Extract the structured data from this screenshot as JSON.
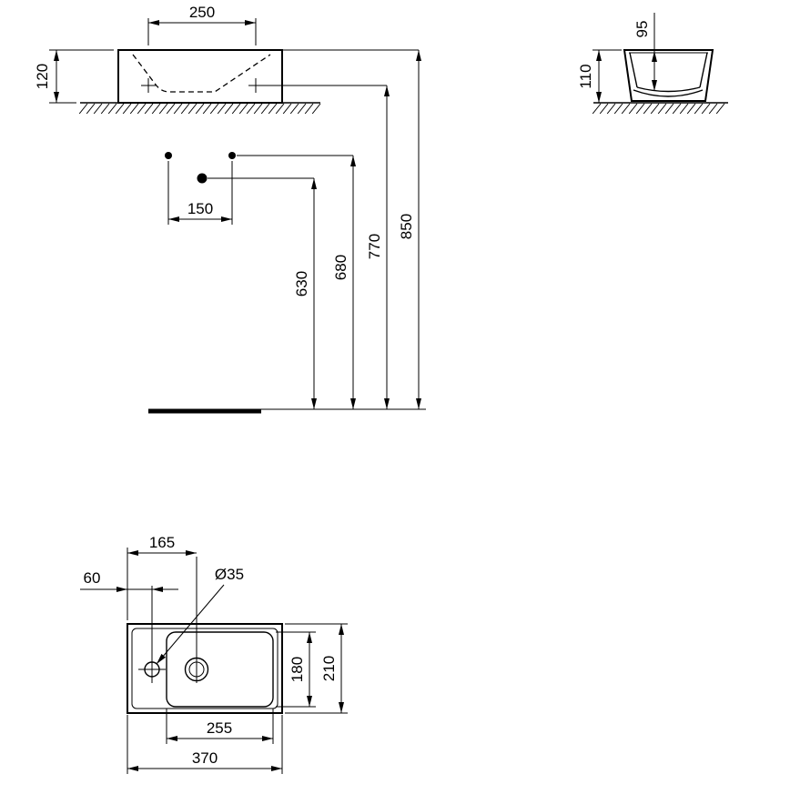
{
  "front_view": {
    "tap_spacing": "250",
    "height": "120",
    "hole_spacing": "150",
    "drain_height": "630",
    "holes_height": "680",
    "tap_height": "770",
    "rim_height": "850"
  },
  "side_view": {
    "bowl_depth": "95",
    "total_height": "110"
  },
  "plan_view": {
    "drain_offset": "165",
    "tap_offset": "60",
    "tap_hole_diameter": "Ø35",
    "bowl_depth": "180",
    "overall_depth": "210",
    "bowl_width": "255",
    "overall_width": "370"
  }
}
